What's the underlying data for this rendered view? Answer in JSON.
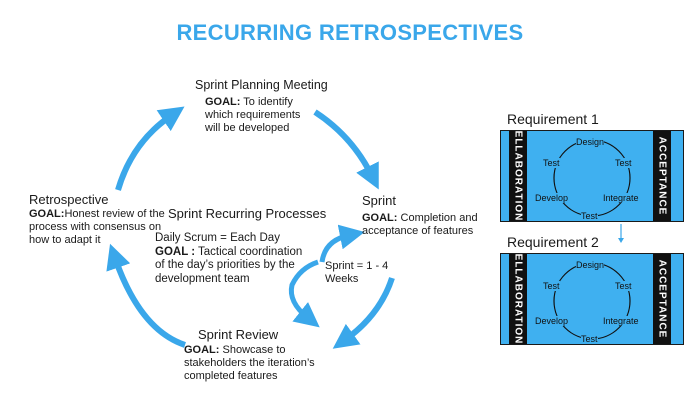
{
  "title": "RECURRING RETROSPECTIVES",
  "planning": {
    "heading": "Sprint Planning Meeting",
    "goal_label": "GOAL:",
    "goal_text1": " To identify",
    "goal_text2": "which requirements",
    "goal_text3": "will be developed"
  },
  "sprint": {
    "heading": "Sprint",
    "goal_label": "GOAL:",
    "goal_text1": " Completion and",
    "goal_text2": "acceptance of features"
  },
  "retro": {
    "heading": "Retrospective",
    "goal_label": "GOAL:",
    "goal_text1": "Honest review of the",
    "goal_text2": "process with consensus on",
    "goal_text3": "how to adapt it"
  },
  "processes": {
    "heading": "Sprint Recurring Processes",
    "scrum": "Daily Scrum = Each Day",
    "goal_label": "GOAL :",
    "goal_text1": " Tactical coordination",
    "goal_text2": "of the day’s priorities by the",
    "goal_text3": "development team"
  },
  "sprint_len": {
    "line1": "Sprint = 1 - 4",
    "line2": "Weeks"
  },
  "review": {
    "heading": "Sprint Review",
    "goal_label": "GOAL:",
    "goal_text1": " Showcase to",
    "goal_text2": "stakeholders the iteration’s",
    "goal_text3": "completed features"
  },
  "requirements": [
    {
      "label": "Requirement 1",
      "left": "ELLABORATION",
      "right": "ACCEPTANCE",
      "cycle": {
        "top": "Design",
        "tl": "Test",
        "tr": "Test",
        "bl": "Develop",
        "br": "Integrate",
        "bottom": "Test"
      }
    },
    {
      "label": "Requirement 2",
      "left": "ELLABORATION",
      "right": "ACCEPTANCE",
      "cycle": {
        "top": "Design",
        "tl": "Test",
        "tr": "Test",
        "bl": "Develop",
        "br": "Integrate",
        "bottom": "Test"
      }
    }
  ],
  "colors": {
    "accent": "#3aa7ea",
    "box": "#3fb0f0",
    "dark": "#111111"
  }
}
